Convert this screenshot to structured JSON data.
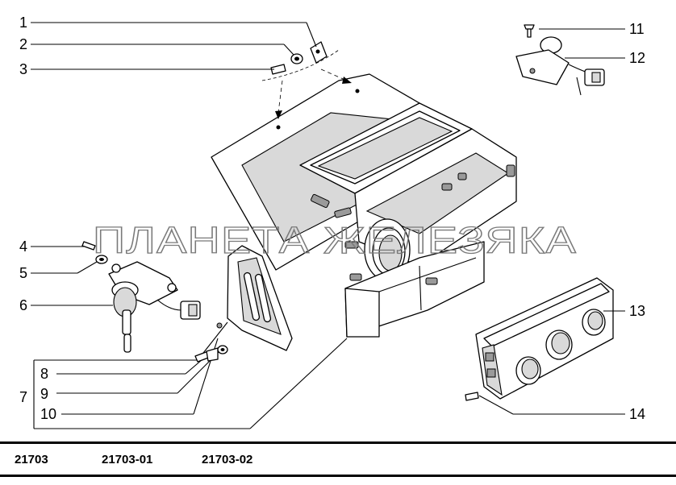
{
  "watermark": "ПЛАНЕТА ЖЕЛЕЗЯКА",
  "callouts": {
    "c1": "1",
    "c2": "2",
    "c3": "3",
    "c4": "4",
    "c5": "5",
    "c6": "6",
    "c7": "7",
    "c8": "8",
    "c9": "9",
    "c10": "10",
    "c11": "11",
    "c12": "12",
    "c13": "13",
    "c14": "14"
  },
  "footer": {
    "variants": [
      "21703",
      "21703-01",
      "21703-02"
    ]
  }
}
